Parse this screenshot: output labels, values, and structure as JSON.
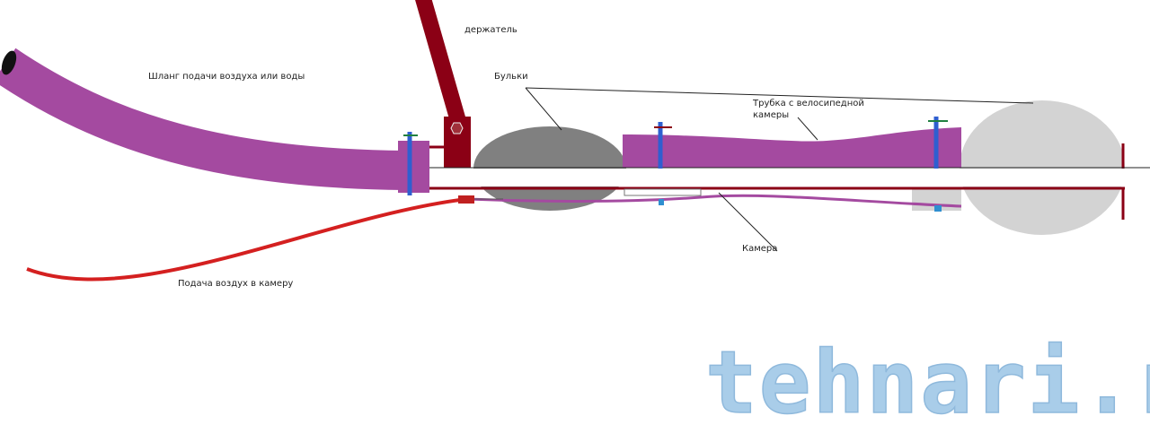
{
  "labels": {
    "holder": "держатель",
    "hose": "Шланг подачи воздуха или воды",
    "floats": "Бульки",
    "tube": "Трубка с велосипедной камеры",
    "tube_line1": "Трубка с велосипедной",
    "tube_line2": "камеры",
    "chamber": "Камера",
    "air_supply": "Подача воздух в  камеру"
  },
  "watermark": "tehnari.ru",
  "colors": {
    "hose": "#a44aa0",
    "holder": "#8b0015",
    "clamp": "#2f5fd0",
    "float_dark": "#808080",
    "float_light": "#d3d3d3",
    "air_line": "#d42020"
  }
}
